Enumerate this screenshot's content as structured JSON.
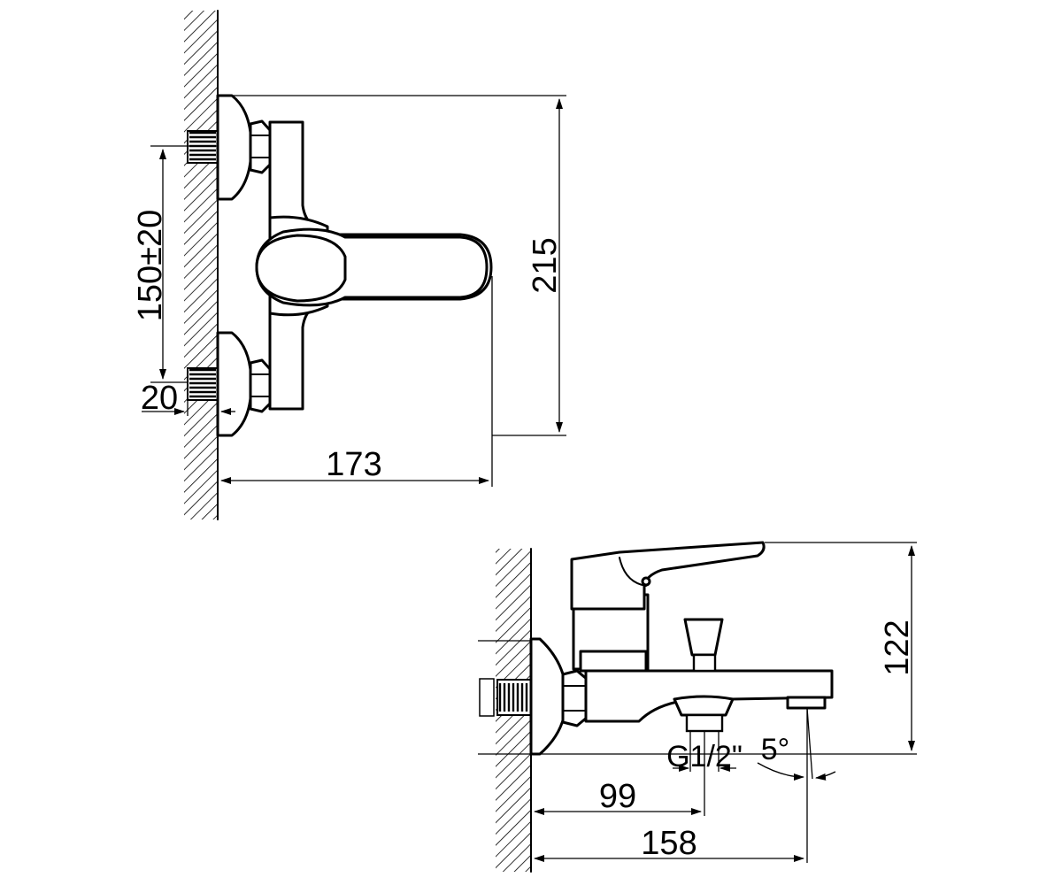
{
  "top_view": {
    "dim_height": "215",
    "dim_spacing": "150±20",
    "dim_thread_depth": "20",
    "dim_depth": "173"
  },
  "side_view": {
    "dim_height": "122",
    "dim_thread": "G1/2\"",
    "dim_angle": "5°",
    "dim_outlet_pos": "99",
    "dim_reach": "158"
  },
  "colors": {
    "line": "#000000",
    "background": "#ffffff"
  }
}
